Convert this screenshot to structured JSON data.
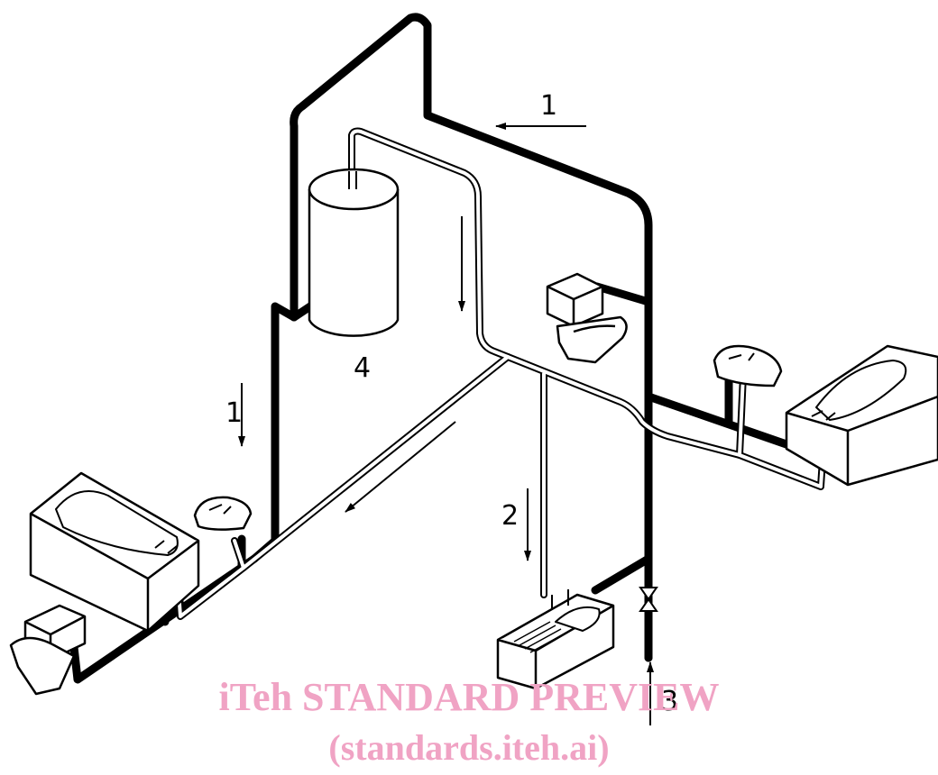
{
  "labels": {
    "cold_arrow_top": "1",
    "cold_arrow_left": "1",
    "hot_arrow": "2",
    "inlet": "3",
    "heater": "4"
  },
  "watermark": {
    "line1": "iTeh STANDARD PREVIEW",
    "line2": "(standards.iteh.ai)",
    "color": "#f0a3c4"
  },
  "colors": {
    "cold_pipe": "#000000",
    "hot_pipe_outline": "#000000",
    "fixture_fill": "#ffffff"
  }
}
